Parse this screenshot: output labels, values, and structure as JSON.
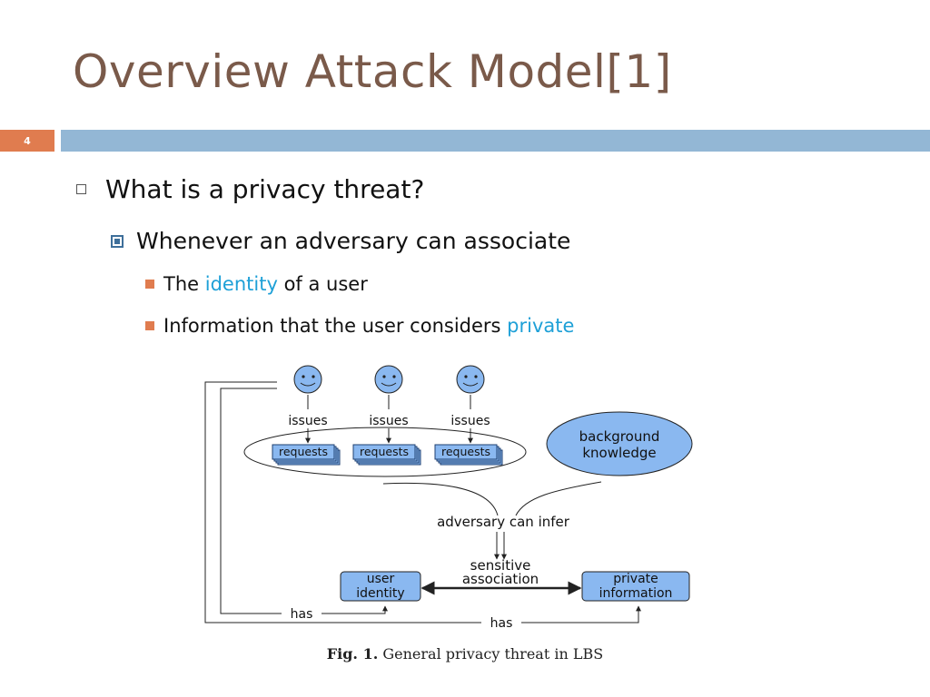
{
  "slide": {
    "title": "Overview Attack Model[1]",
    "number": "4",
    "colors": {
      "title": "#7a5a4a",
      "accent": "#e07c4f",
      "band": "#93b7d5",
      "highlight": "#1ea0d7"
    }
  },
  "bullets": {
    "l1": "What is a privacy threat?",
    "l2": "Whenever an adversary can associate",
    "l3a": {
      "before": "The",
      "highlight": "identity",
      "after": "of a user"
    },
    "l3b": {
      "before": "Information that the user considers",
      "highlight": "private"
    }
  },
  "diagram": {
    "user_icon": "smiley-face-icon",
    "issues_label": "issues",
    "requests_label": "requests",
    "background_knowledge": [
      "background",
      "knowledge"
    ],
    "adversary_label": "adversary can infer",
    "sensitive_association": [
      "sensitive",
      "association"
    ],
    "user_identity": [
      "user",
      "identity"
    ],
    "private_information": [
      "private",
      "information"
    ],
    "has_label": "has",
    "colors": {
      "node_fill": "#8ab8f0",
      "stroke": "#222222"
    }
  },
  "caption": {
    "fig": "Fig. 1.",
    "text": "General privacy threat in LBS"
  }
}
